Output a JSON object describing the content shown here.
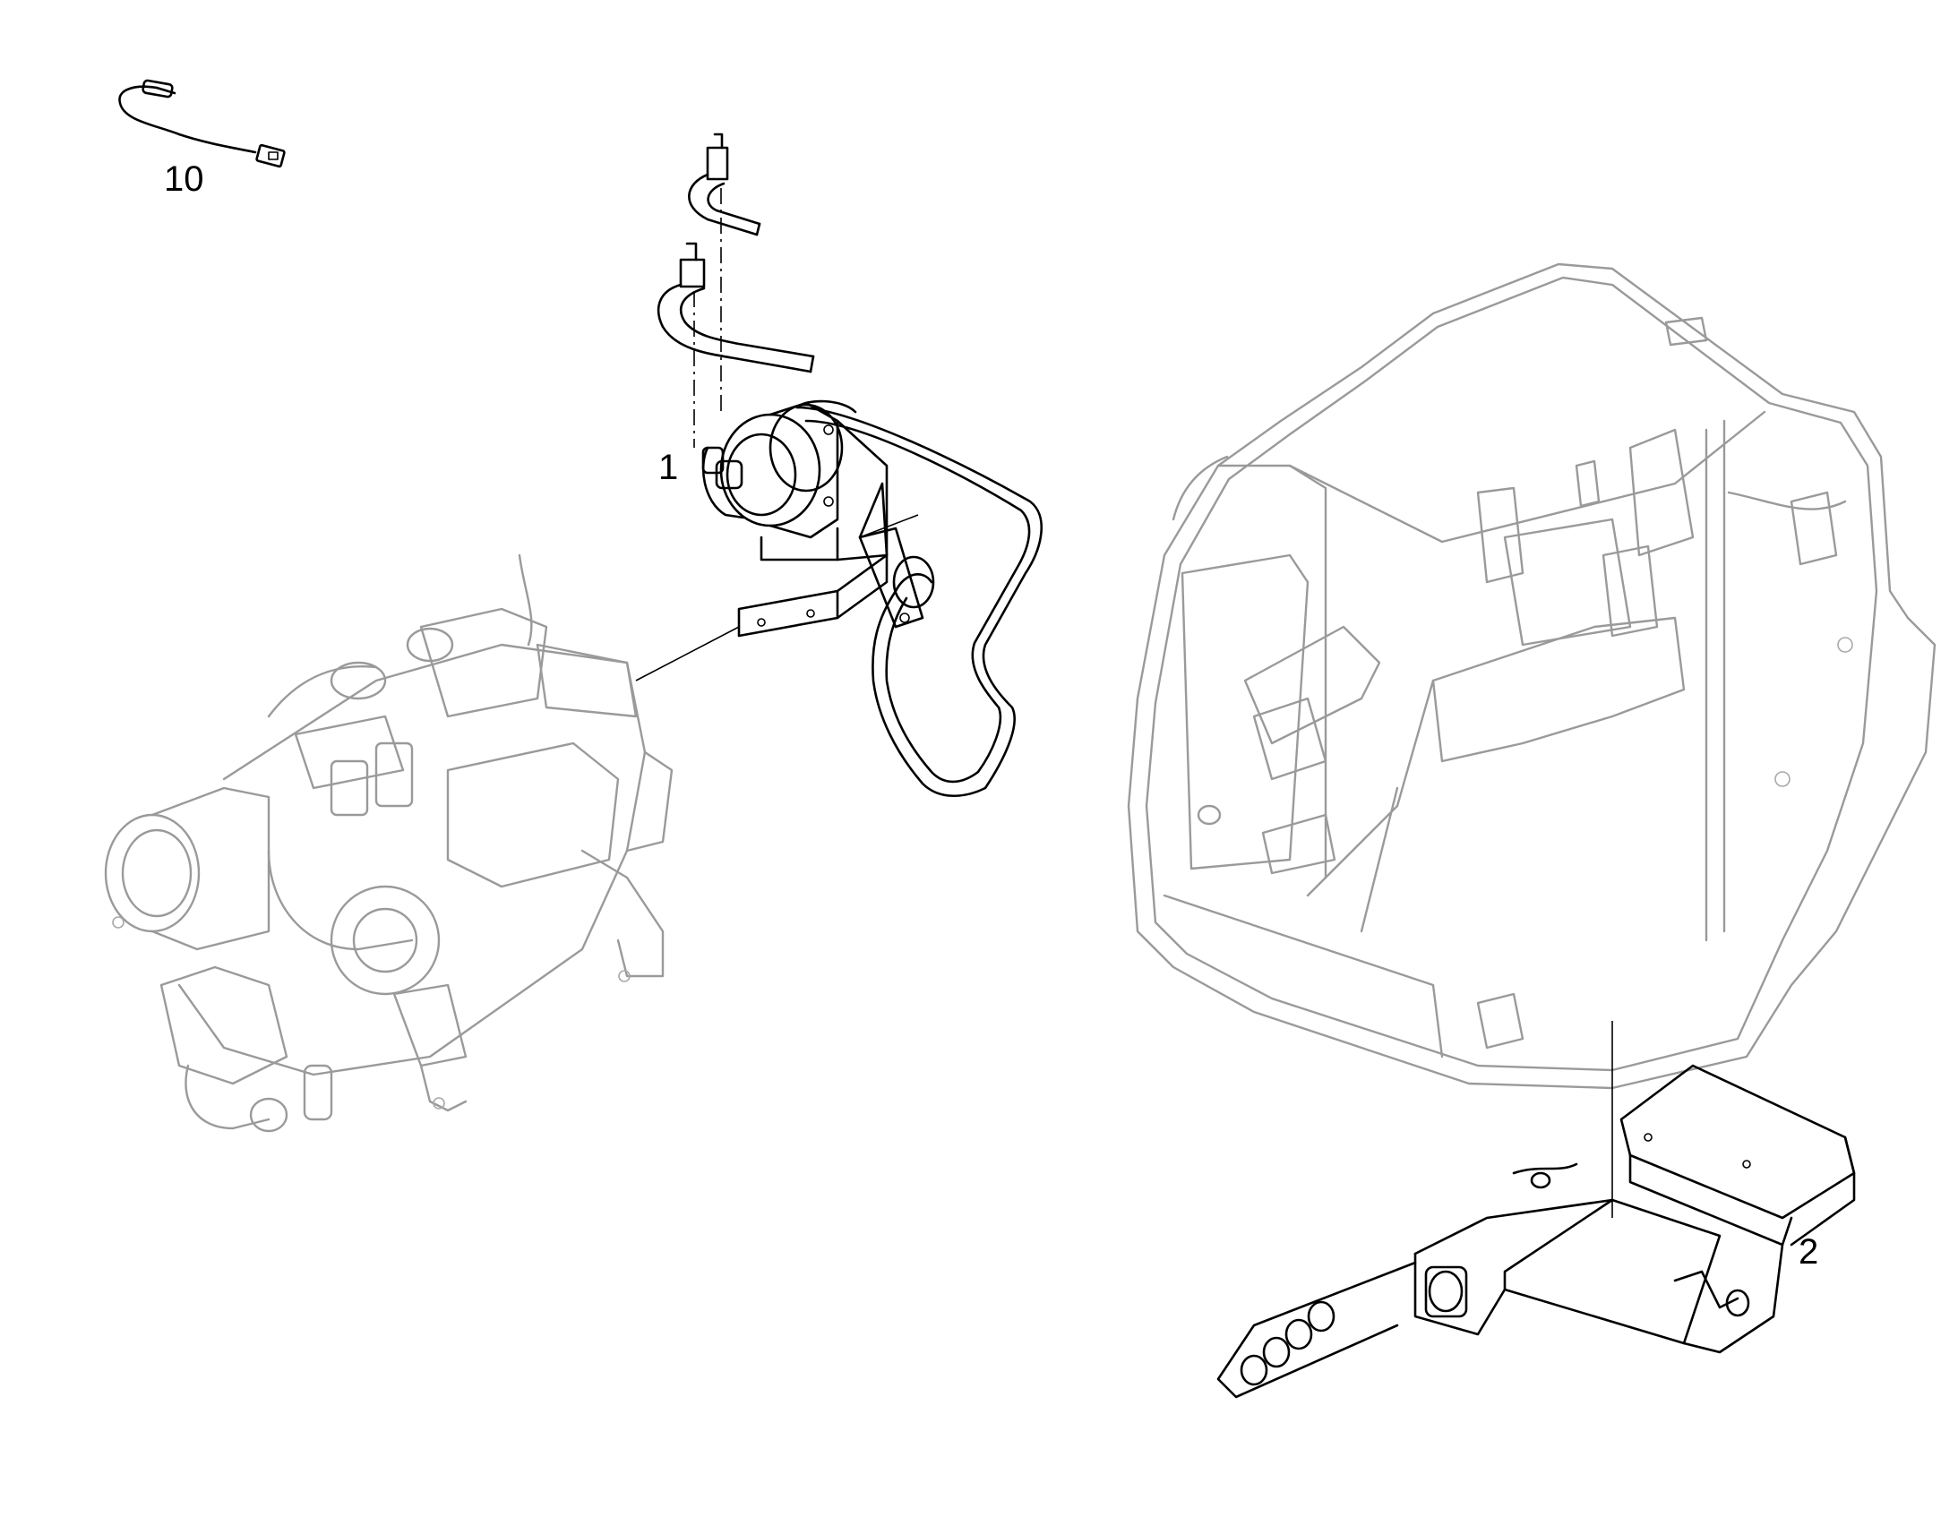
{
  "callouts": {
    "wiring_harness": "10",
    "compressor_assembly": "1",
    "heater_box": "2"
  }
}
